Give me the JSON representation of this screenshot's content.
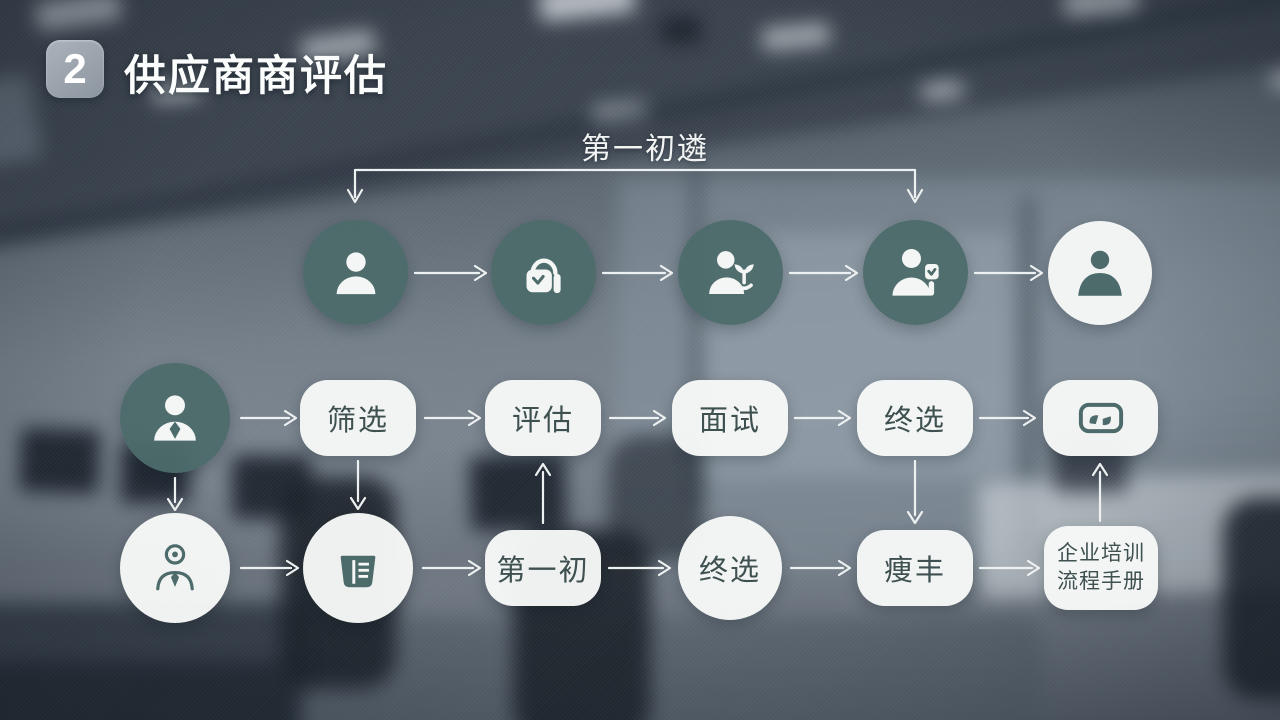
{
  "slide": {
    "badge_number": "2",
    "title": "供应商商评估"
  },
  "diagram": {
    "bracket_label": "第一初遴",
    "top_row": {
      "icons": [
        "user-icon",
        "bag-check-icon",
        "user-plant-icon",
        "user-badge-icon",
        "user-icon"
      ]
    },
    "middle_row": {
      "start_icon": "user-icon",
      "nodes": [
        {
          "label": "筛选"
        },
        {
          "label": "评估"
        },
        {
          "label": "面试"
        },
        {
          "label": "终选"
        }
      ],
      "end_icon": "card-icon"
    },
    "bottom_row": {
      "start_icons": [
        "user-outline-icon",
        "ballot-box-icon"
      ],
      "nodes": [
        {
          "label": "第一初"
        },
        {
          "label": "终选"
        },
        {
          "label": "痩丰"
        },
        {
          "label_line1": "企业培训",
          "label_line2": "流程手册"
        }
      ]
    }
  },
  "colors": {
    "accent_teal": "#4d6b6a",
    "node_white": "#f6f8f7",
    "node_text": "#3f5051",
    "arrow_white": "#eef1f1",
    "title_white": "#fafbfb",
    "badge_gray": "#99a1aa"
  }
}
